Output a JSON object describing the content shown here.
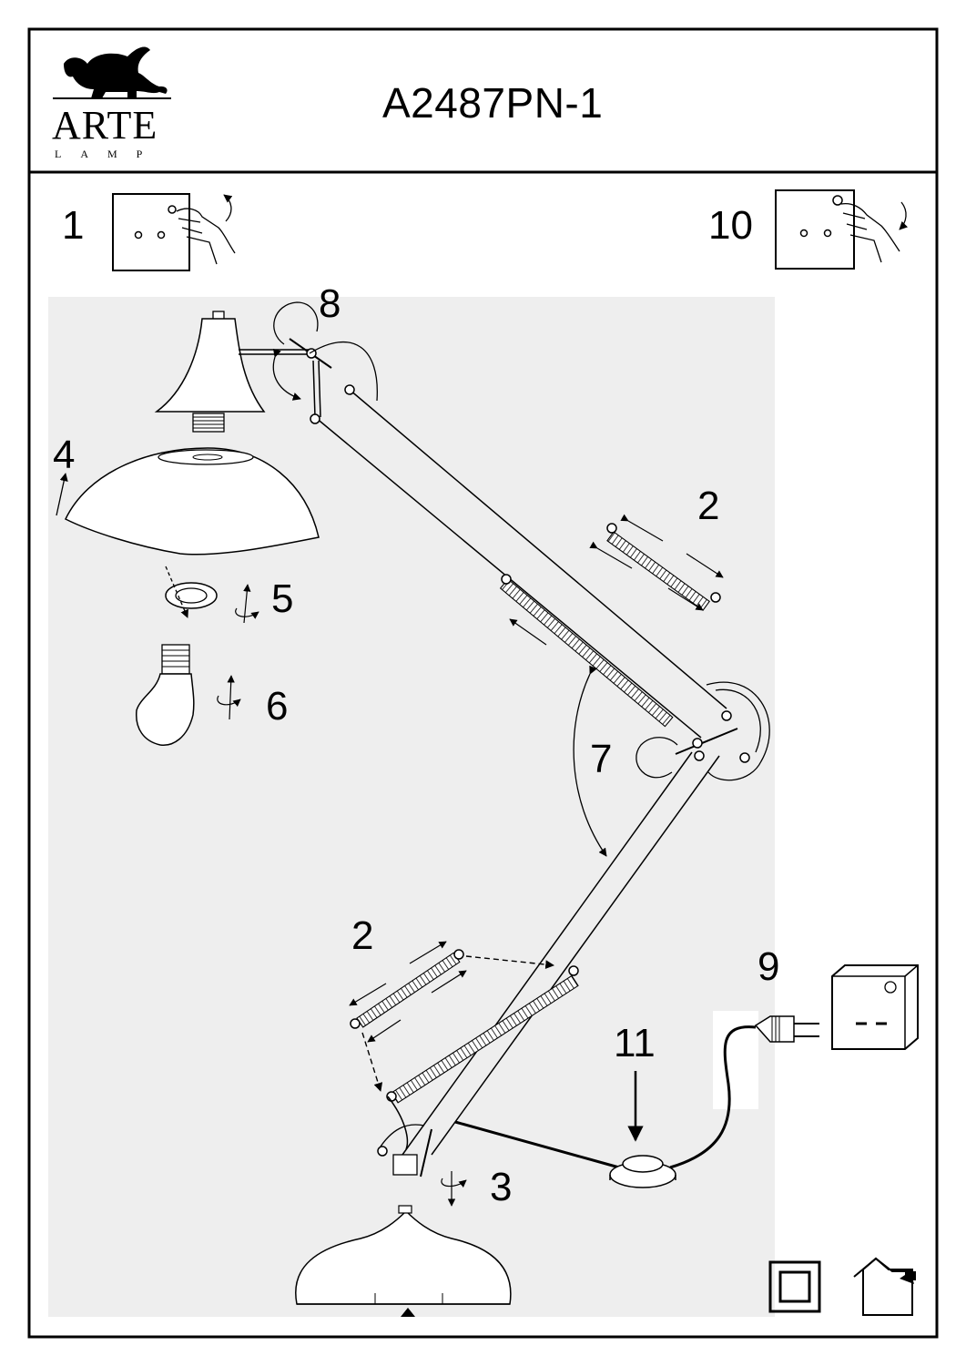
{
  "header": {
    "brand_name": "ARTE",
    "brand_sub": "LAMP",
    "model_code": "A2487PN-1"
  },
  "steps": {
    "s1": "1",
    "s2a": "2",
    "s2b": "2",
    "s3": "3",
    "s4": "4",
    "s5": "5",
    "s6": "6",
    "s7": "7",
    "s8": "8",
    "s9": "9",
    "s10": "10",
    "s11": "11"
  },
  "icons": {
    "brand_logo": "griffin-logo-icon",
    "power_off": "hand-switch-off-icon",
    "power_on": "hand-switch-on-icon",
    "class2": "double-insulation-icon",
    "indoor": "indoor-use-icon",
    "plug": "plug-icon",
    "socket": "wall-socket-icon"
  },
  "colors": {
    "panel_background": "#eeeeee",
    "line": "#000000"
  }
}
